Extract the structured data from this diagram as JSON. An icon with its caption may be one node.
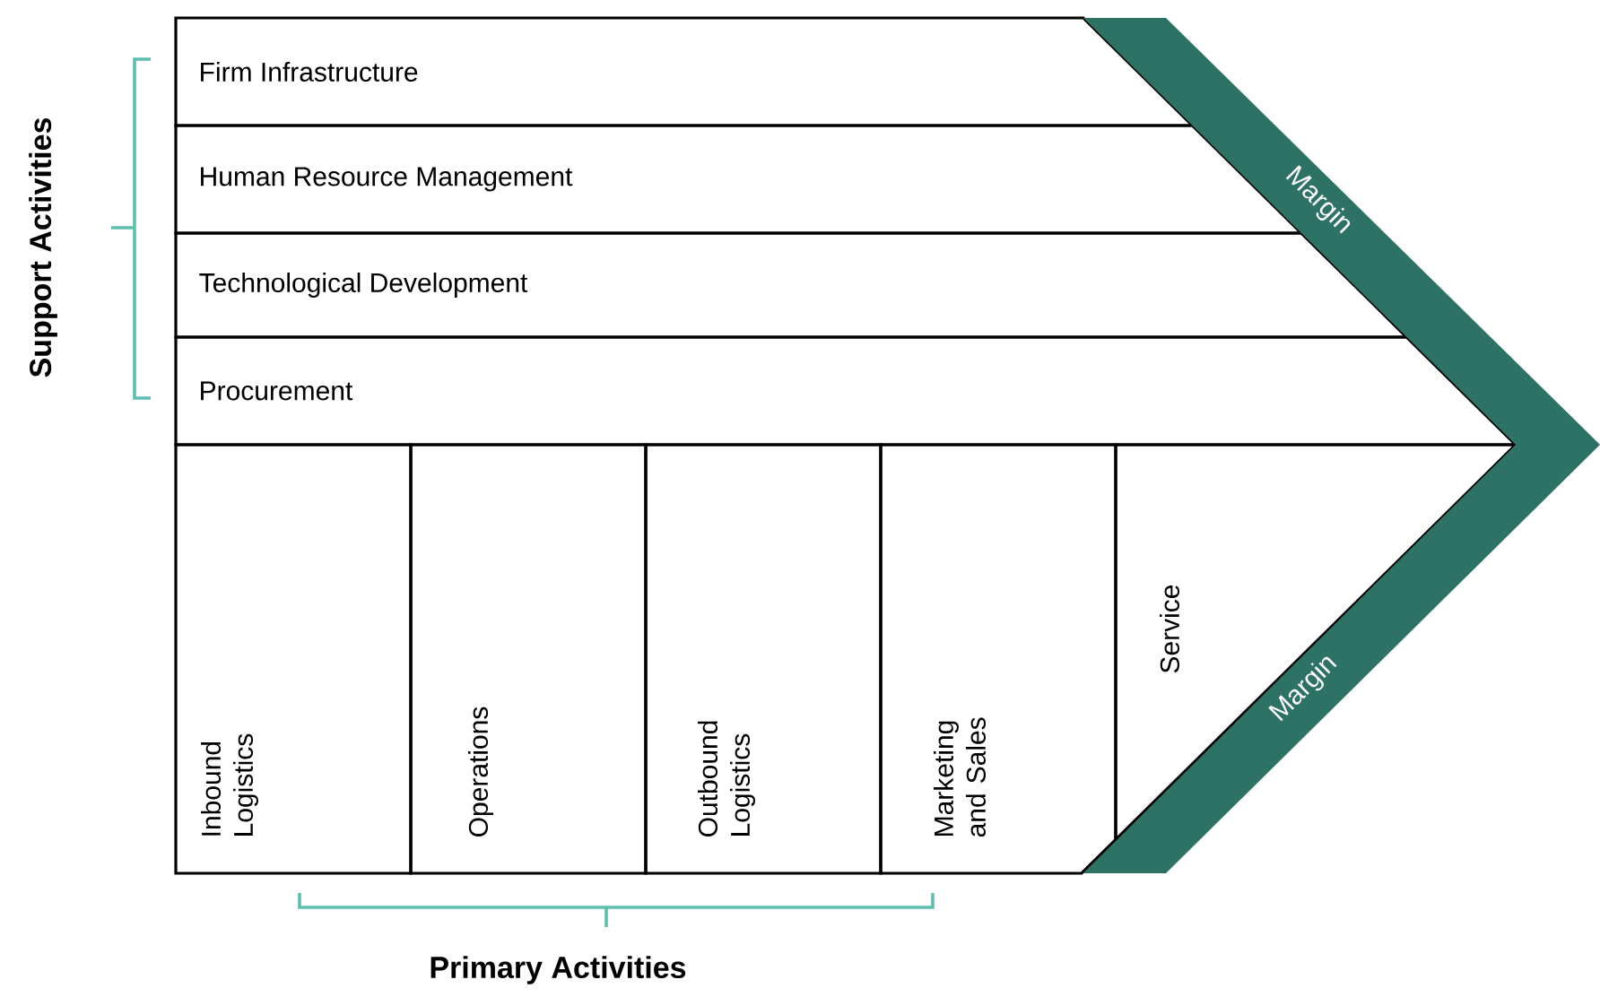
{
  "diagram": {
    "nodes": [
      {
        "text": [
          "Firm Infrastructure"
        ]
      },
      {
        "text": [
          "Human Resource Management"
        ]
      },
      {
        "text": [
          "Technological Development"
        ]
      },
      {
        "text": [
          "Procurement"
        ]
      },
      {
        "text": [
          "Inbound Logistics"
        ]
      },
      {
        "text": [
          "Operations"
        ]
      },
      {
        "text": [
          "Outbound Logistics"
        ]
      },
      {
        "text": [
          "Marketing and Sales"
        ]
      },
      {
        "text": [
          "Service"
        ]
      },
      {
        "text": [
          "Margin"
        ]
      },
      {
        "text": [
          "Margin"
        ]
      }
    ],
    "labels": [
      "Support Activities",
      "Primary Activities"
    ]
  }
}
